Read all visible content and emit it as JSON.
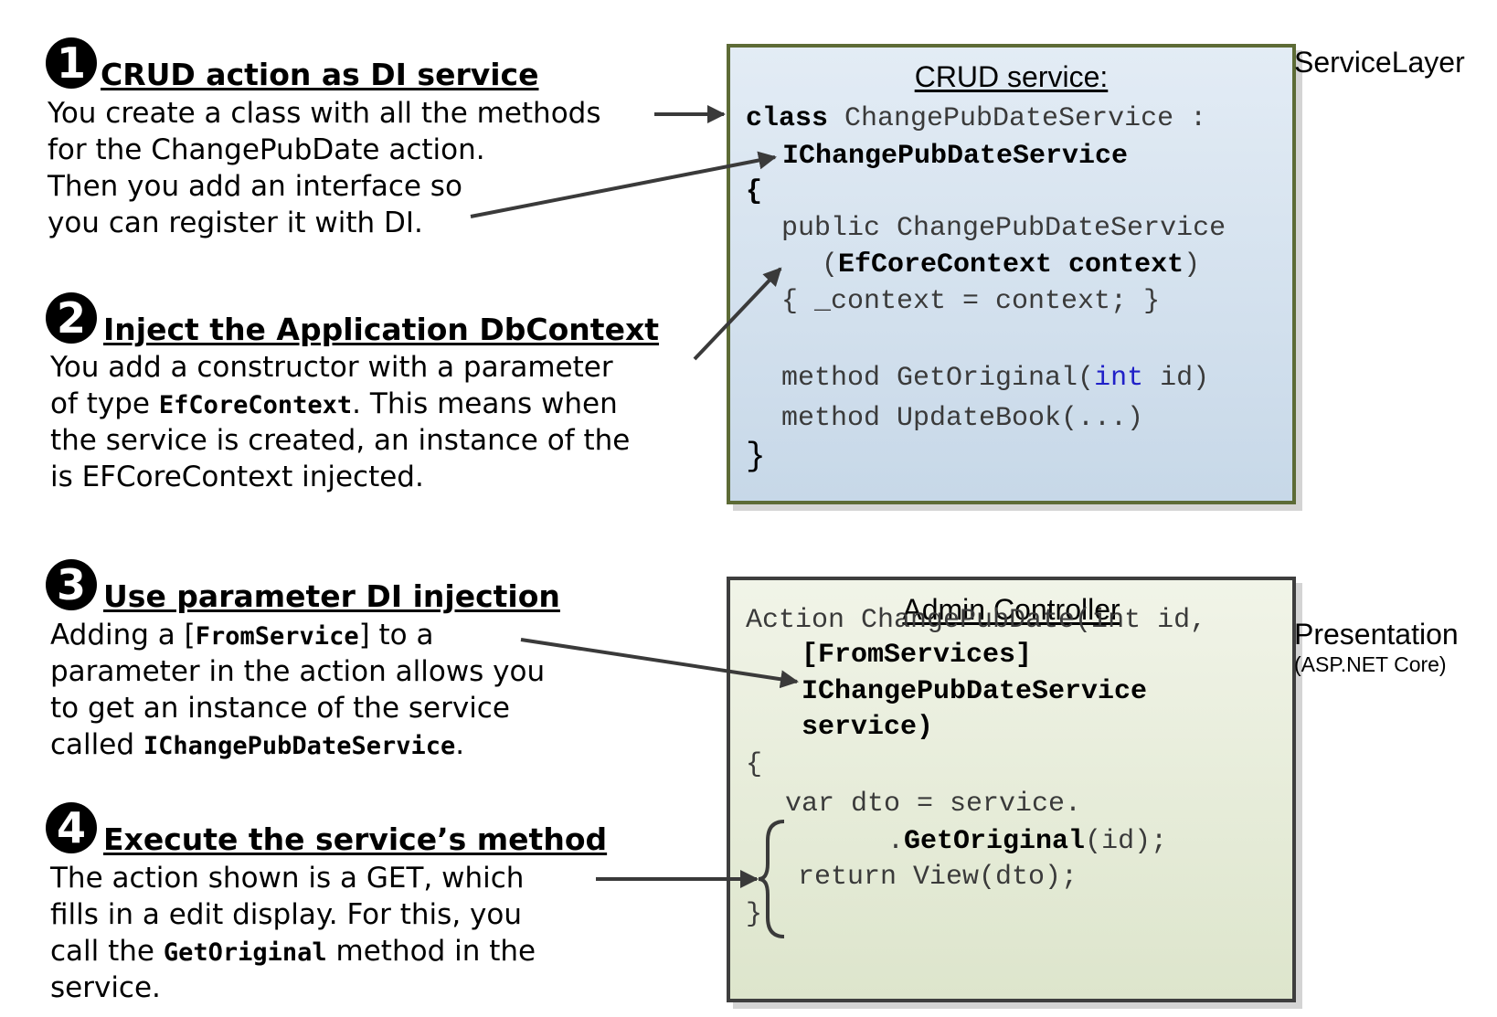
{
  "steps": [
    {
      "number": "1",
      "heading": "CRUD action as DI service",
      "lines": [
        "You create a class with all the methods",
        "for the ChangePubDate action.",
        "Then you add an interface so",
        "you can register it with DI."
      ]
    },
    {
      "number": "2",
      "heading": "Inject the Application DbContext",
      "line1": "You add a constructor with a parameter",
      "line2_pre": "of type ",
      "line2_code": "EfCoreContext",
      "line2_post": ". This means when",
      "line3": "the service is created, an instance of the",
      "line4": "is EFCoreContext injected."
    },
    {
      "number": "3",
      "heading": "Use parameter DI injection",
      "line1_pre": "Adding a [",
      "line1_code": "FromService",
      "line1_post": "] to a",
      "line2": "parameter in the action allows you",
      "line3": "to get an instance of the service",
      "line4_pre": "called ",
      "line4_code": "IChangePubDateService",
      "line4_post": "."
    },
    {
      "number": "4",
      "heading": "Execute the service’s method",
      "line1": "The action shown is a GET, which",
      "line2": "fills in a edit display. For this, you",
      "line3_pre": "call the ",
      "line3_code": "GetOriginal",
      "line3_post": " method in the",
      "line4": "service."
    }
  ],
  "service_box": {
    "title": "CRUD service:",
    "class_kw": "class",
    "class_name": " ChangePubDateService :",
    "interface": "IChangePubDateService",
    "open_brace": "{",
    "ctor_line": "public ChangePubDateService",
    "ctor_param_open": "(",
    "ctor_param": "EfCoreContext context",
    "ctor_param_close": ")",
    "ctor_body": "{ _context = context; }",
    "method1_pre": "method GetOriginal(",
    "method1_int": "int",
    "method1_post": " id)",
    "method2": "method UpdateBook(...)",
    "close_brace": "}"
  },
  "controller_box": {
    "title": "Admin Controller",
    "action_line": "Action ChangePubDate(int id,",
    "attr": "[FromServices]",
    "param_type": "IChangePubDateService",
    "param_name": "service)",
    "open_brace": "{",
    "body1": "var dto = service.",
    "body2_dot": ".",
    "body2_method": "GetOriginal",
    "body2_args": "(id);",
    "body3": "return View(dto);",
    "close_brace": "}"
  },
  "layers": {
    "service": "ServiceLayer",
    "presentation": "Presentation",
    "presentation_sub": "(ASP.NET Core)"
  },
  "colors": {
    "service_border": "#5d6b36",
    "controller_border": "#3e3e3e",
    "arrow": "#3a3a3a",
    "keyword_blue": "#2020c8"
  }
}
